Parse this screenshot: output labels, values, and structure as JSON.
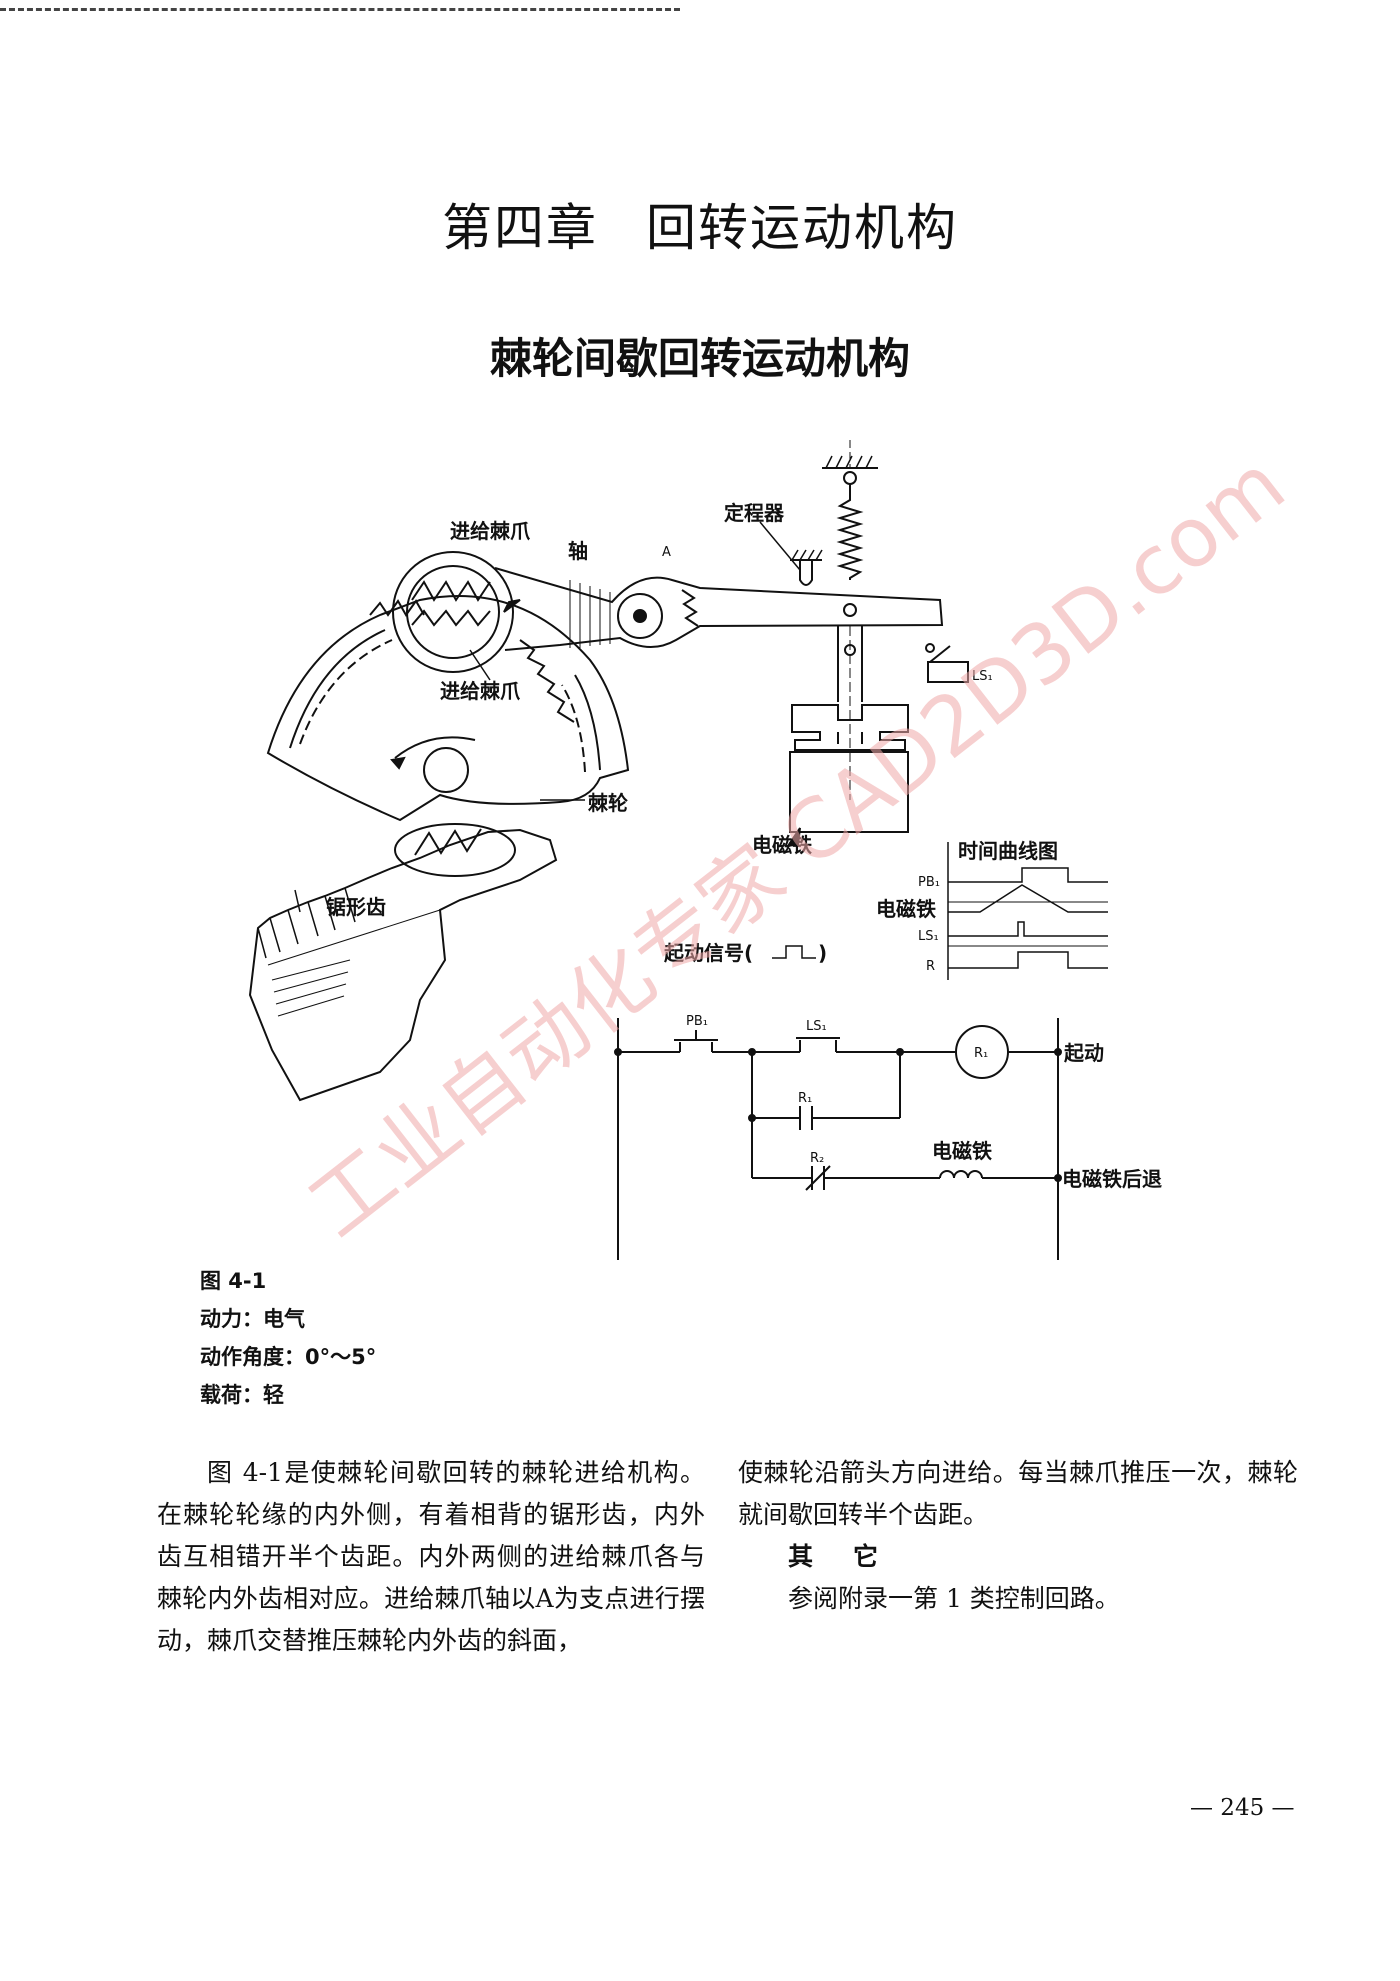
{
  "chapter": {
    "number": "第四章",
    "title": "回转运动机构"
  },
  "section_title": "棘轮间歇回转运动机构",
  "figure": {
    "labels": {
      "feed_pawl_top": "进给棘爪",
      "shaft": "轴",
      "point_a": "A",
      "stopper": "定程器",
      "feed_pawl_bottom": "进给棘爪",
      "ratchet": "棘轮",
      "ls1": "LS₁",
      "magnet": "电磁铁",
      "saw_teeth": "锯形齿",
      "start_signal": "起动信号(",
      "start_signal_close": ")",
      "timing_title": "时间曲线图",
      "t_pb1": "PB₁",
      "t_magnet": "电磁铁",
      "t_ls1": "LS₁",
      "t_r": "R",
      "c_pb1": "PB₁",
      "c_ls1": "LS₁",
      "c_r1": "R₁",
      "c_r1_contact": "R₁",
      "c_r2_contact": "R₂",
      "c_magnet": "电磁铁",
      "c_start": "起动",
      "c_retreat": "电磁铁后退"
    },
    "watermark": "工业自动化专家 CAD2D3D.com"
  },
  "meta": {
    "fig_no": "图 4-1",
    "power": "动力：电气",
    "angle": "动作角度：0°～5°",
    "load": "载荷：轻"
  },
  "body": {
    "left_para": "图 4-1是使棘轮间歇回转的棘轮进给机构。在棘轮轮缘的内外侧，有着相背的锯形齿，内外齿互相错开半个齿距。内外两侧的进给棘爪各与棘轮内外齿相对应。进给棘爪轴以A为支点进行摆动，棘爪交替推压棘轮内外齿的斜面，",
    "right_para": "使棘轮沿箭头方向进给。每当棘爪推压一次，棘轮就间歇回转半个齿距。",
    "other_title": "其它",
    "other_text": "参阅附录一第 1 类控制回路。"
  },
  "page_number": "— 245 —"
}
